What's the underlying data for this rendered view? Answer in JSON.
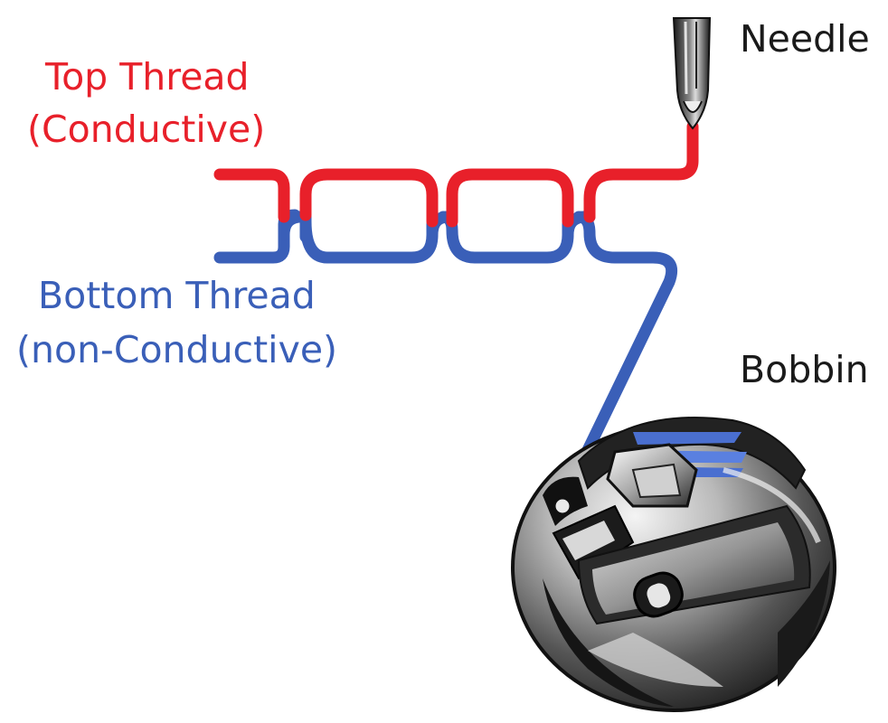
{
  "labels": {
    "top_thread_line1": "Top Thread",
    "top_thread_line2": "(Conductive)",
    "bottom_thread_line1": "Bottom Thread",
    "bottom_thread_line2": "(non-Conductive)",
    "needle": "Needle",
    "bobbin": "Bobbin"
  },
  "colors": {
    "top_thread": "#e8202a",
    "bottom_thread": "#3a5fb8",
    "label_dark": "#1a1a1a"
  },
  "icons": {
    "needle": "needle-icon",
    "bobbin": "bobbin-case-icon"
  }
}
